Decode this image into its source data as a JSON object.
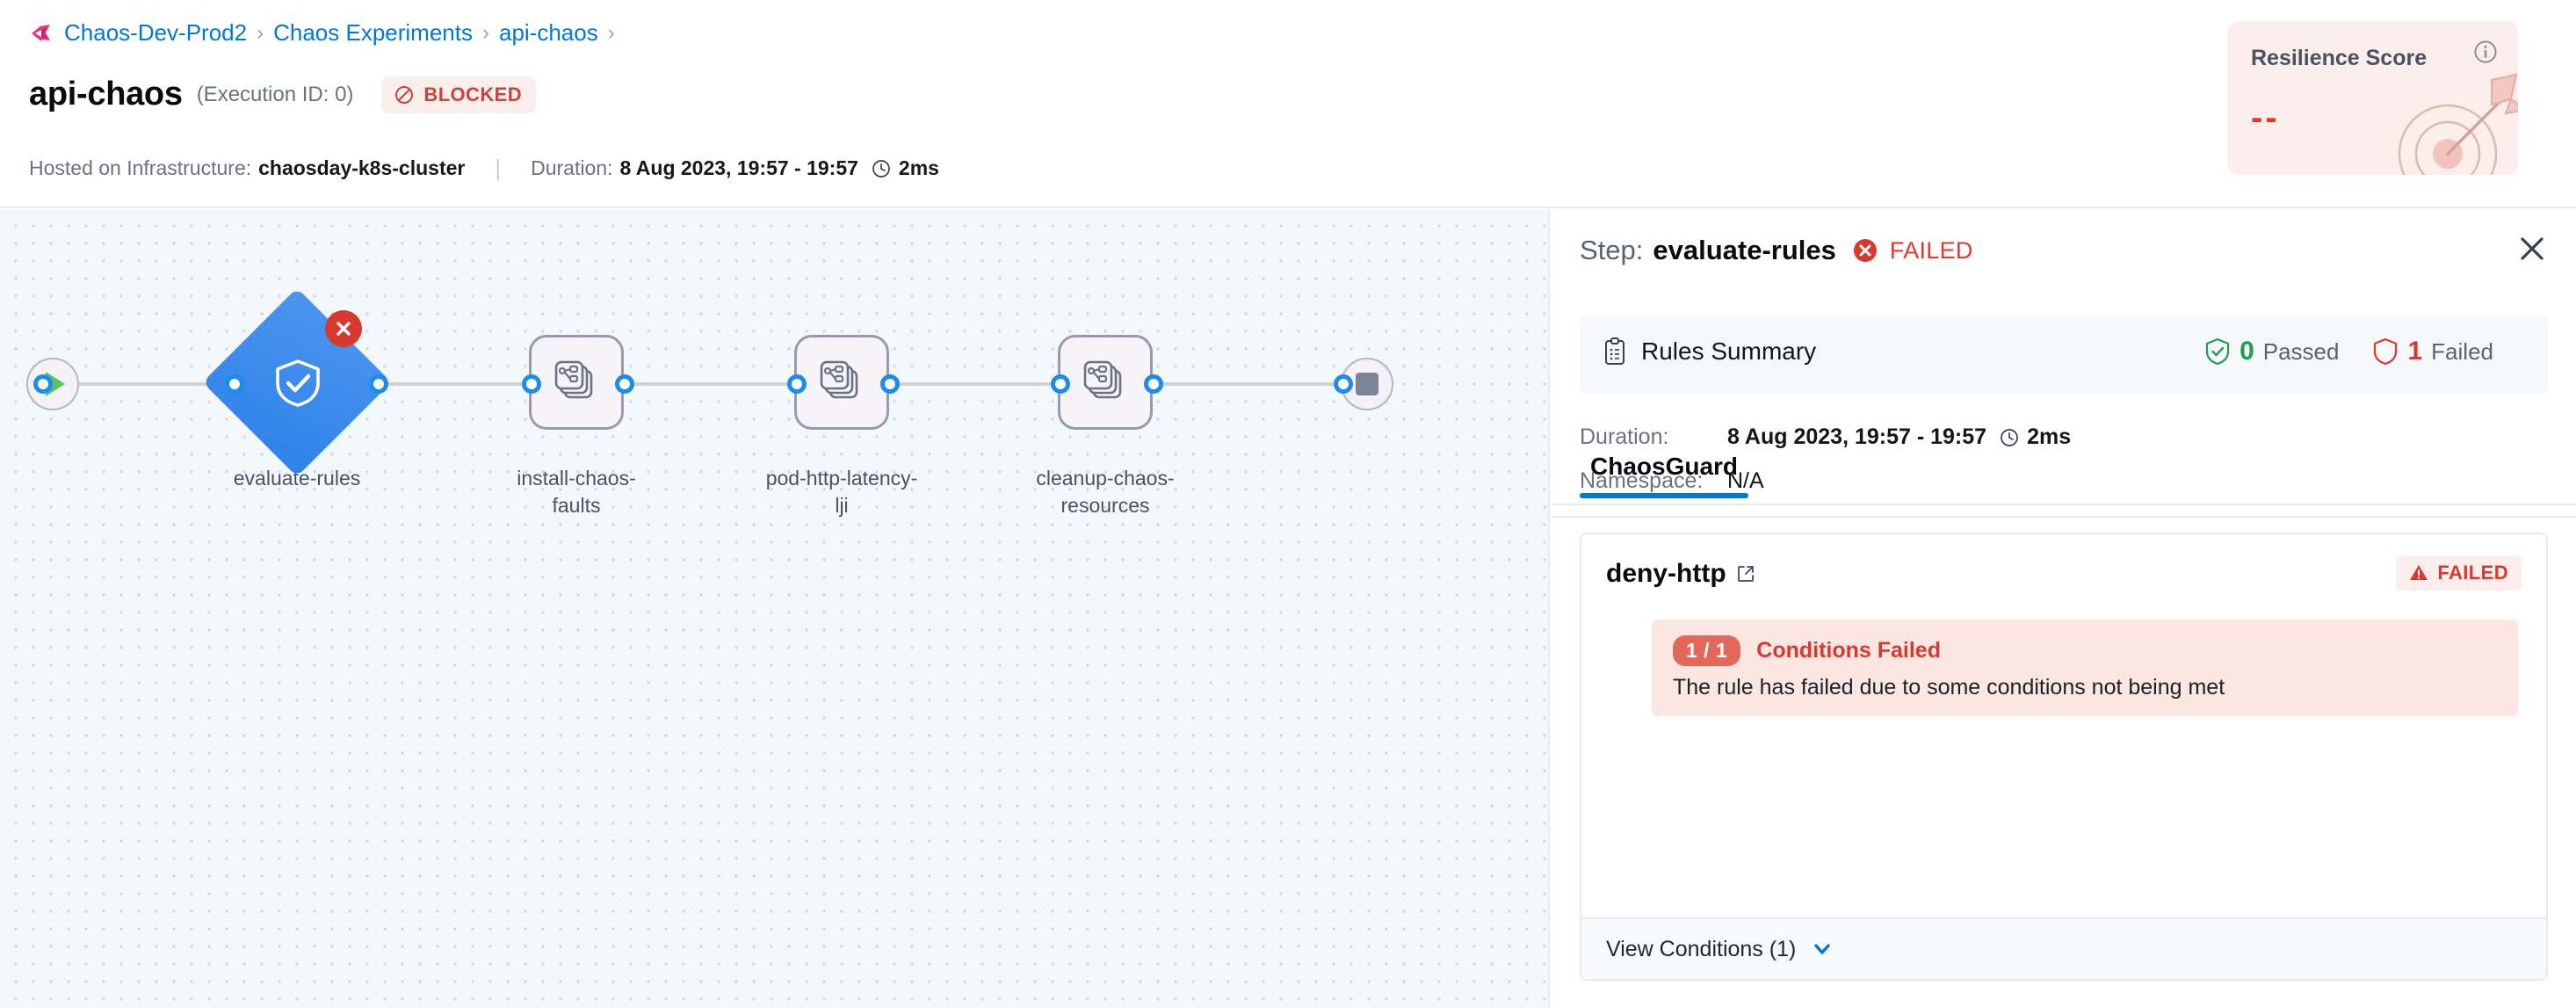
{
  "breadcrumb": {
    "logo_icon": "harness-logo-icon",
    "items": [
      "Chaos-Dev-Prod2",
      "Chaos Experiments",
      "api-chaos"
    ],
    "separator": "›"
  },
  "header": {
    "title": "api-chaos",
    "execution_id": "(Execution ID: 0)",
    "status_badge": {
      "label": "BLOCKED",
      "icon": "blocked-circle-icon",
      "color": "#c9453c",
      "bg": "#fdeeee"
    },
    "infra_label": "Hosted on Infrastructure:",
    "infra_value": "chaosday-k8s-cluster",
    "divider": "|",
    "duration_label": "Duration:",
    "duration_value": "8 Aug 2023, 19:57 - 19:57",
    "clock_icon": "clock-icon",
    "duration_ms": "2ms"
  },
  "resilience": {
    "title": "Resilience Score",
    "value": "--",
    "info_icon": "info-icon",
    "art_icon": "target-dart-icon",
    "bg": "#fceeeb",
    "value_color": "#e8362b"
  },
  "canvas": {
    "background": "#f2f8fb",
    "dot_color": "#cdd4de",
    "start_node": {
      "name": "start-node",
      "icon": "play-icon"
    },
    "end_node": {
      "name": "end-node",
      "icon": "stop-icon"
    },
    "nodes": [
      {
        "id": "evaluate-rules",
        "label": "evaluate-rules",
        "shape": "diamond",
        "icon": "shield-check-icon",
        "status": "failed",
        "status_icon": "circle-x-icon",
        "color": "#2f82ea"
      },
      {
        "id": "install-chaos-faults",
        "label": "install-chaos-faults",
        "shape": "rounded-square",
        "icon": "chaos-step-icon"
      },
      {
        "id": "pod-http-latency-lji",
        "label": "pod-http-latency-lji",
        "shape": "rounded-square",
        "icon": "chaos-step-icon"
      },
      {
        "id": "cleanup-chaos-resources",
        "label": "cleanup-chaos-resources",
        "shape": "rounded-square",
        "icon": "chaos-step-icon"
      }
    ]
  },
  "panel": {
    "step_prefix": "Step:",
    "step_name": "evaluate-rules",
    "step_status": "FAILED",
    "step_status_icon": "circle-x-icon",
    "close_icon": "close-icon",
    "rules_summary": {
      "icon": "clipboard-icon",
      "label": "Rules Summary",
      "passed_count": "0",
      "passed_label": "Passed",
      "passed_icon": "shield-check-icon",
      "failed_count": "1",
      "failed_label": "Failed",
      "failed_icon": "shield-icon"
    },
    "details": [
      {
        "key": "Duration:",
        "value": "8 Aug 2023, 19:57 - 19:57",
        "icon": "clock-icon",
        "suffix": "2ms"
      },
      {
        "key": "Namespace:",
        "value": "N/A"
      }
    ],
    "tabs": [
      {
        "label": "ChaosGuard",
        "active": true
      }
    ],
    "rule": {
      "name": "deny-http",
      "external_link_icon": "external-link-icon",
      "status": "FAILED",
      "status_icon": "warning-triangle-icon",
      "condition_pill": "1 / 1",
      "condition_title": "Conditions Failed",
      "condition_message": "The rule has failed due to some conditions not being met",
      "footer_label": "View Conditions (1)",
      "footer_icon": "chevron-down-icon"
    }
  }
}
